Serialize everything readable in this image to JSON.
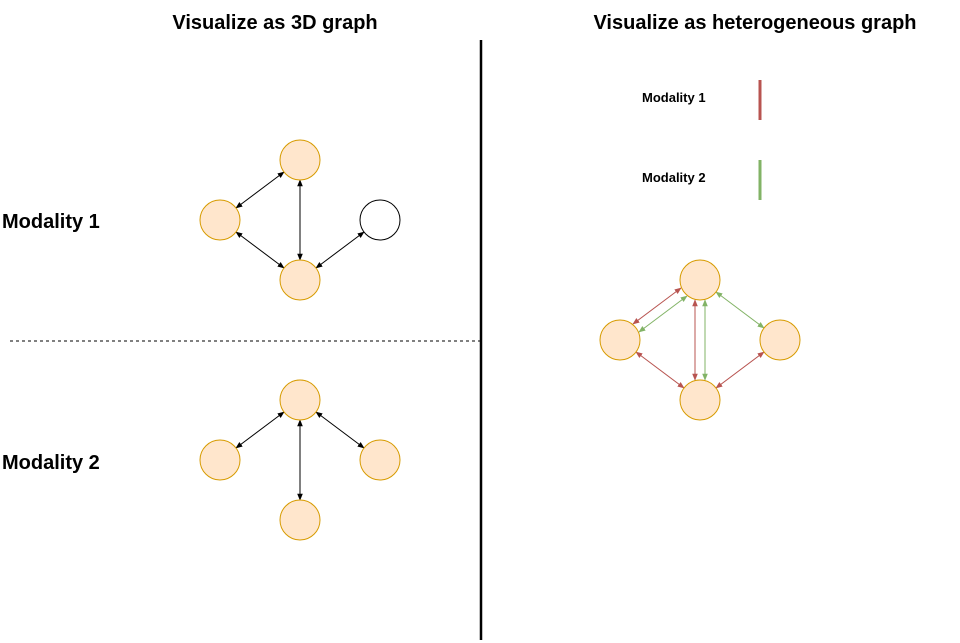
{
  "titles": {
    "left": "Visualize as 3D graph",
    "right": "Visualize as heterogeneous graph"
  },
  "row_labels": {
    "modality1": "Modality 1",
    "modality2": "Modality 2"
  },
  "legend": [
    {
      "label": "Modality 1",
      "color": "#b85450"
    },
    {
      "label": "Modality 2",
      "color": "#82b366"
    }
  ],
  "colors": {
    "node_fill": "#ffe6cc",
    "node_stroke": "#d79b00",
    "edge": "#000000",
    "modality1": "#b85450",
    "modality2": "#82b366"
  },
  "graphs": {
    "modality1": {
      "nodes": [
        "a",
        "b",
        "c",
        "d"
      ],
      "empty_nodes": [
        "d"
      ],
      "edges": [
        [
          "a",
          "b"
        ],
        [
          "a",
          "c"
        ],
        [
          "b",
          "c"
        ],
        [
          "c",
          "d"
        ]
      ]
    },
    "modality2": {
      "nodes": [
        "a",
        "b",
        "c",
        "d"
      ],
      "edges": [
        [
          "a",
          "b"
        ],
        [
          "a",
          "c"
        ],
        [
          "a",
          "d"
        ]
      ]
    },
    "heterogeneous": {
      "nodes": [
        "t",
        "l",
        "r",
        "b"
      ],
      "edges": [
        {
          "from": "t",
          "to": "l",
          "modality": 2
        },
        {
          "from": "t",
          "to": "l",
          "modality": 1
        },
        {
          "from": "t",
          "to": "r",
          "modality": 2
        },
        {
          "from": "t",
          "to": "b",
          "modality": 2
        },
        {
          "from": "t",
          "to": "b",
          "modality": 1
        },
        {
          "from": "l",
          "to": "b",
          "modality": 1
        },
        {
          "from": "r",
          "to": "b",
          "modality": 1
        }
      ]
    }
  }
}
